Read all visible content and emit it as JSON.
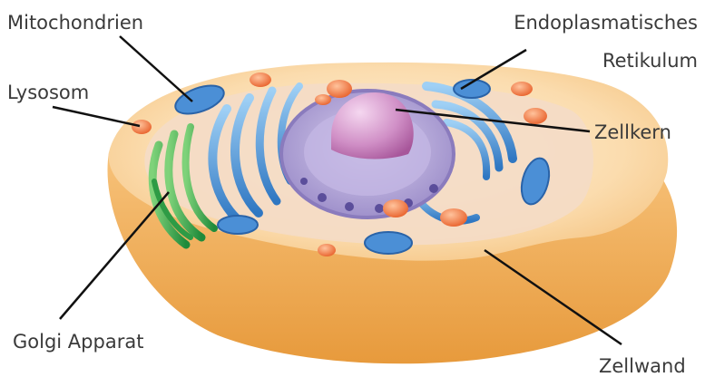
{
  "labels": {
    "mitochondria": "Mitochondrien",
    "er_line1": "Endoplasmatisches",
    "er_line2": "Retikulum",
    "lysosome": "Lysosom",
    "nucleus": "Zellkern",
    "golgi": "Golgi Apparat",
    "cell_wall": "Zellwand"
  }
}
